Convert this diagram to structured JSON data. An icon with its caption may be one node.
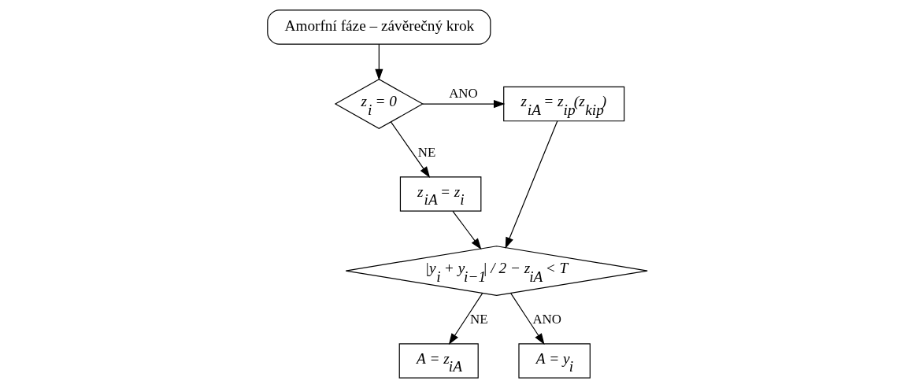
{
  "diagram": {
    "nodes": [
      {
        "text": [
          "Amorfní fáze – závěrečný krok"
        ]
      },
      {
        "text": [
          "z$_{i}$ = 0"
        ]
      },
      {
        "text": [
          "z$_{iA}$ = z$_{ip}$(z$_{kip}$)"
        ]
      },
      {
        "text": [
          "z$_{iA}$ = z$_{i}$"
        ]
      },
      {
        "text": [
          "|y$_{i}$ + y$_{i−1}$| / 2 − z$_{iA}$ < T"
        ]
      },
      {
        "text": [
          "A = z$_{iA}$"
        ]
      },
      {
        "text": [
          "A = y$_{i}$"
        ]
      }
    ],
    "edges": [
      {
        "from": 0,
        "to": 1,
        "arrow": "to"
      },
      {
        "from": 1,
        "to": 2,
        "arrow": "to",
        "label": "ANO"
      },
      {
        "from": 1,
        "to": 3,
        "arrow": "to",
        "label": "NE"
      },
      {
        "from": 2,
        "to": 4,
        "arrow": "to"
      },
      {
        "from": 3,
        "to": 4,
        "arrow": "to"
      },
      {
        "from": 4,
        "to": 6,
        "arrow": "to",
        "label": "ANO"
      },
      {
        "from": 4,
        "to": 5,
        "arrow": "to",
        "label": "NE"
      }
    ]
  }
}
